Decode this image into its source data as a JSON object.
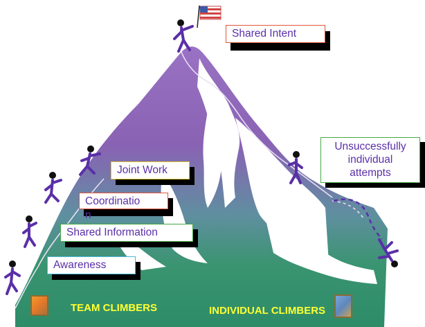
{
  "labels": {
    "shared_intent": "Shared Intent",
    "joint_work": "Joint Work",
    "coordination": "Coordinatio\nn",
    "shared_information": "Shared Information",
    "awareness": "Awareness",
    "unsuccessful": "Unsuccessfully\nindividual\nattempts"
  },
  "captions": {
    "team": "TEAM CLIMBERS",
    "individual": "INDIVIDUAL CLIMBERS"
  },
  "colors": {
    "label_text": "#5a2fa8",
    "caption_text": "#ffff33",
    "mountain_top": "#8a5fb5",
    "mountain_base": "#2e8f6a",
    "climber": "#5a2fa8"
  },
  "icons": [
    "flag-icon",
    "team-climber-icon",
    "individual-climber-icon"
  ]
}
